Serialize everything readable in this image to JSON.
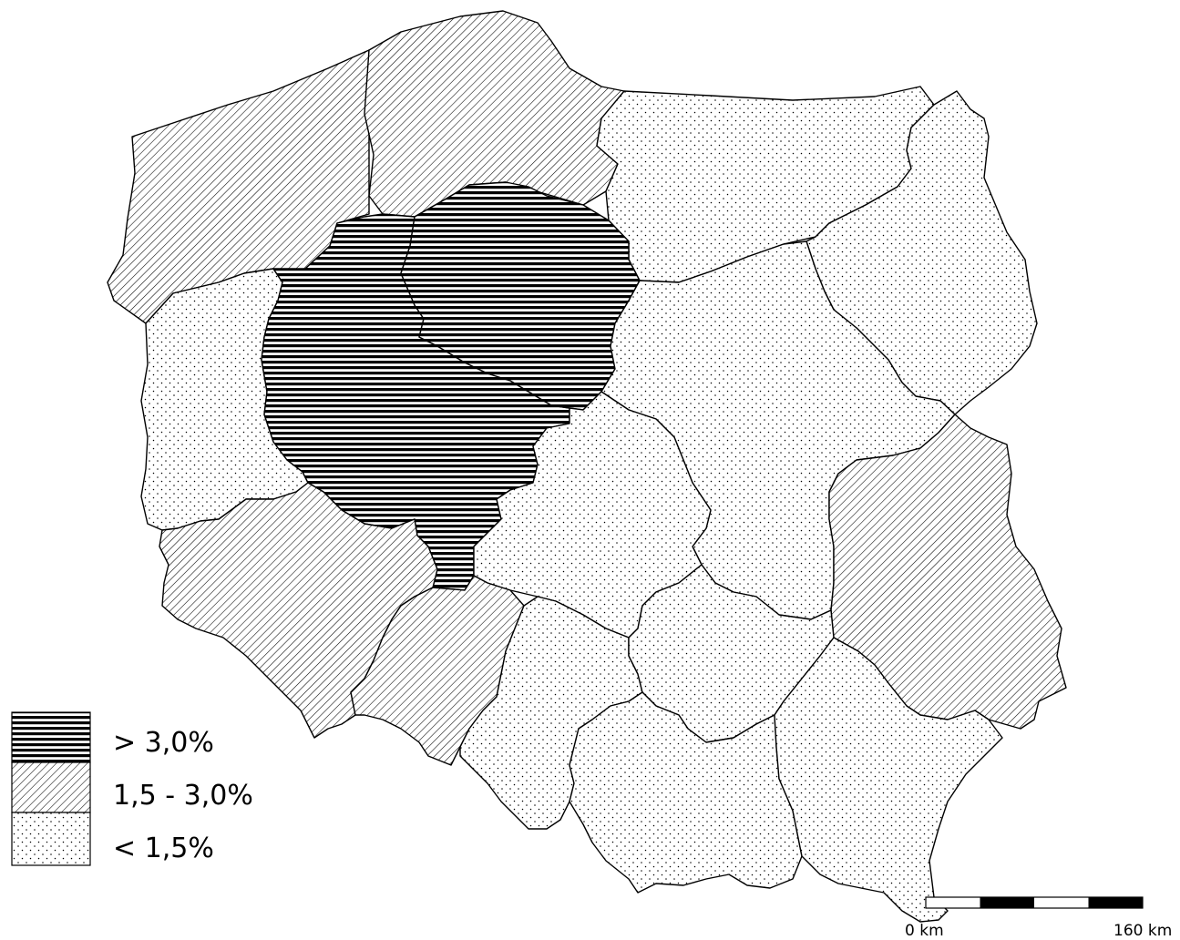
{
  "legend": {
    "items": [
      {
        "key": "high",
        "label": "> 3,0%"
      },
      {
        "key": "mid",
        "label": "1,5 - 3,0%"
      },
      {
        "key": "low",
        "label": "< 1,5%"
      }
    ]
  },
  "scale_bar": {
    "start_label": "0 km",
    "end_label": "160 km"
  },
  "regions": [
    {
      "name": "zachodniopomorskie",
      "class": "mid"
    },
    {
      "name": "pomorskie",
      "class": "mid"
    },
    {
      "name": "warminsko-mazurskie",
      "class": "low"
    },
    {
      "name": "podlaskie",
      "class": "low"
    },
    {
      "name": "lubuskie",
      "class": "low"
    },
    {
      "name": "wielkopolskie",
      "class": "high"
    },
    {
      "name": "kujawsko-pomorskie",
      "class": "high"
    },
    {
      "name": "mazowieckie",
      "class": "low"
    },
    {
      "name": "lodzkie",
      "class": "low"
    },
    {
      "name": "lubelskie",
      "class": "mid"
    },
    {
      "name": "dolnoslaskie",
      "class": "mid"
    },
    {
      "name": "opolskie",
      "class": "mid"
    },
    {
      "name": "slaskie",
      "class": "low"
    },
    {
      "name": "swietokrzyskie",
      "class": "low"
    },
    {
      "name": "malopolskie",
      "class": "low"
    },
    {
      "name": "podkarpackie",
      "class": "low"
    }
  ]
}
